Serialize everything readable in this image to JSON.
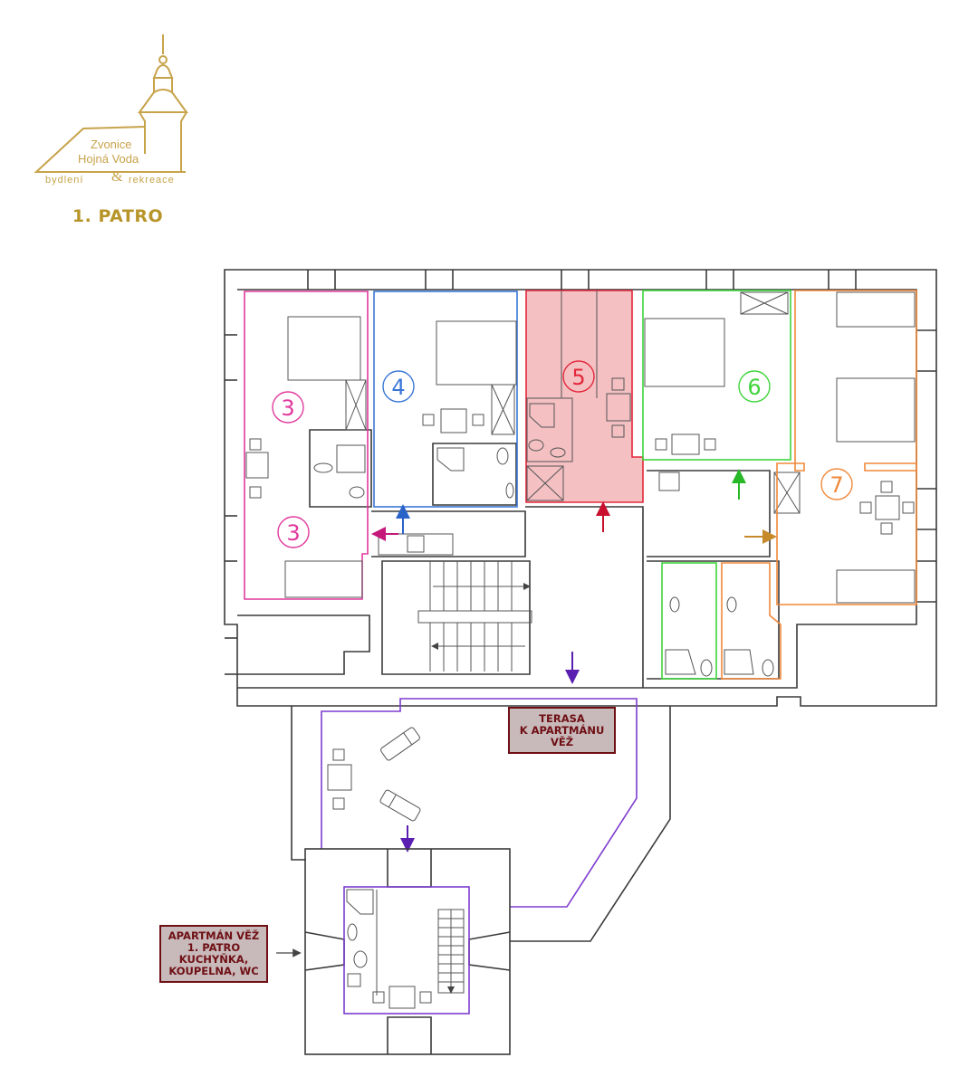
{
  "logo": {
    "name_line1": "Zvonice",
    "name_line2": "Hojná Voda",
    "tagline_left": "bydlení",
    "tagline_amp": "&",
    "tagline_right": "rekreace",
    "color": "#c7a34a"
  },
  "floor_title": "1. PATRO",
  "rooms": [
    {
      "id": "3",
      "label": "3",
      "color": "#e0399c"
    },
    {
      "id": "3b",
      "label": "3",
      "color": "#e0399c"
    },
    {
      "id": "4",
      "label": "4",
      "color": "#3a77d6"
    },
    {
      "id": "5",
      "label": "5",
      "color": "#e2283b"
    },
    {
      "id": "6",
      "label": "6",
      "color": "#3fd43b"
    },
    {
      "id": "7",
      "label": "7",
      "color": "#f0883a"
    }
  ],
  "terrace_label": [
    "TERASA",
    "K APARTMÁNU",
    "VĚŽ"
  ],
  "tower_label": [
    "APARTMÁN VĚŽ",
    "1. PATRO",
    "KUCHYŇKA,",
    "KOUPELNA, WC"
  ],
  "colors": {
    "wall": "#3a3a3a",
    "tower_outline": "#7d3ccf",
    "label_bg": "#c8b9ba",
    "label_text": "#6e0f14",
    "room5_fill": "#f4c0c2"
  }
}
